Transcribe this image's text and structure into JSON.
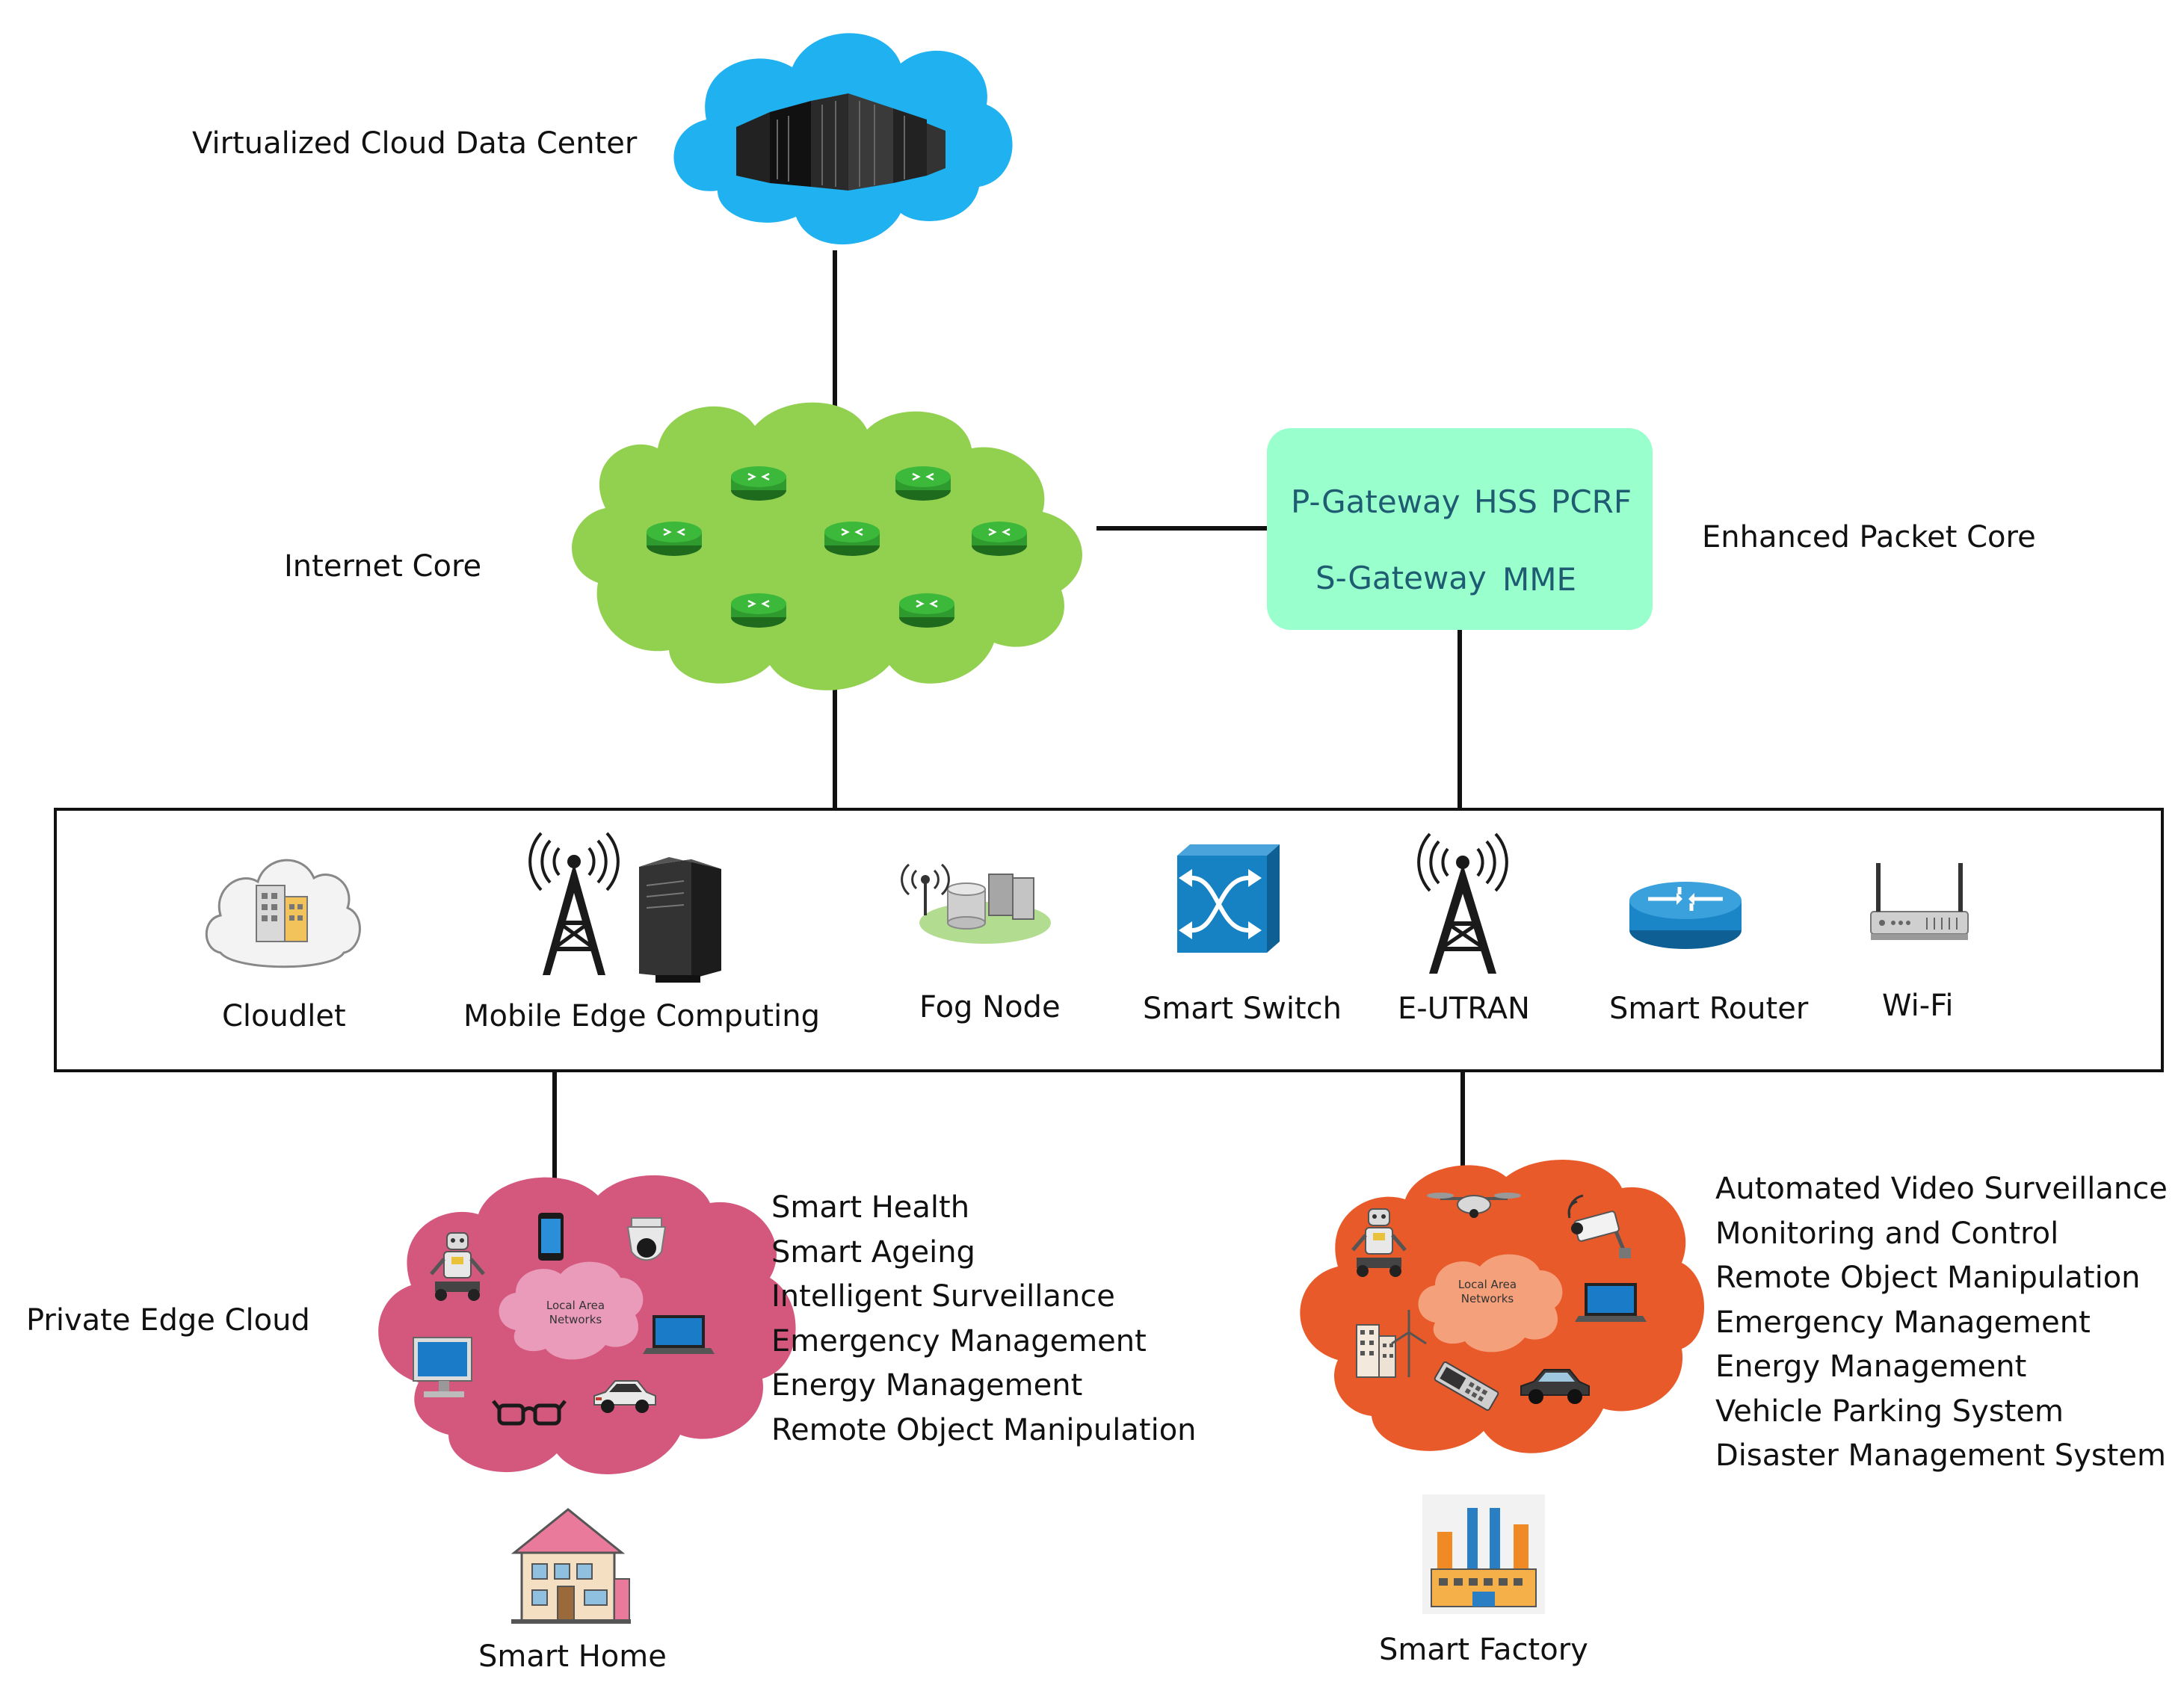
{
  "colors": {
    "cloud_center": "#1fb1f0",
    "internet_core": "#92d050",
    "router": "#2f9a2e",
    "epc_box": "#99ffcc",
    "epc_text": "#1f5c72",
    "private_edge_cloud": "#d4577e",
    "factory_cloud": "#e95a2a",
    "lan_home": "#ea9bb9",
    "lan_factory": "#f4a07a",
    "switch_blue": "#1682c4",
    "router_blue": "#1a86c8"
  },
  "labels": {
    "data_center": "Virtualized Cloud Data Center",
    "internet_core": "Internet Core",
    "epc": "Enhanced Packet Core",
    "private_edge_cloud": "Private Edge Cloud",
    "smart_home": "Smart Home",
    "smart_factory": "Smart Factory"
  },
  "epc_components": {
    "p_gateway": "P-Gateway",
    "hss": "HSS",
    "pcrf": "PCRF",
    "s_gateway": "S-Gateway",
    "mme": "MME"
  },
  "edge_nodes": [
    {
      "label": "Cloudlet",
      "icon": "cloudlet-icon"
    },
    {
      "label": "Mobile Edge Computing",
      "icon": "mec-tower-server-icon"
    },
    {
      "label": "Fog Node",
      "icon": "fog-node-icon"
    },
    {
      "label": "Smart Switch",
      "icon": "switch-icon"
    },
    {
      "label": "E-UTRAN",
      "icon": "tower-icon"
    },
    {
      "label": "Smart Router",
      "icon": "router-icon"
    },
    {
      "label": "Wi-Fi",
      "icon": "wifi-router-icon"
    }
  ],
  "lan": {
    "home": "Local Area Networks",
    "factory": "Local Area Networks"
  },
  "home_applications": [
    "Smart Health",
    "Smart Ageing",
    "Intelligent Surveillance",
    "Emergency Management",
    "Energy Management",
    "Remote Object Manipulation"
  ],
  "factory_applications": [
    "Automated Video Surveillance",
    "Monitoring and Control",
    "Remote Object Manipulation",
    "Emergency Management",
    "Energy Management",
    "Vehicle Parking System",
    "Disaster Management System"
  ]
}
